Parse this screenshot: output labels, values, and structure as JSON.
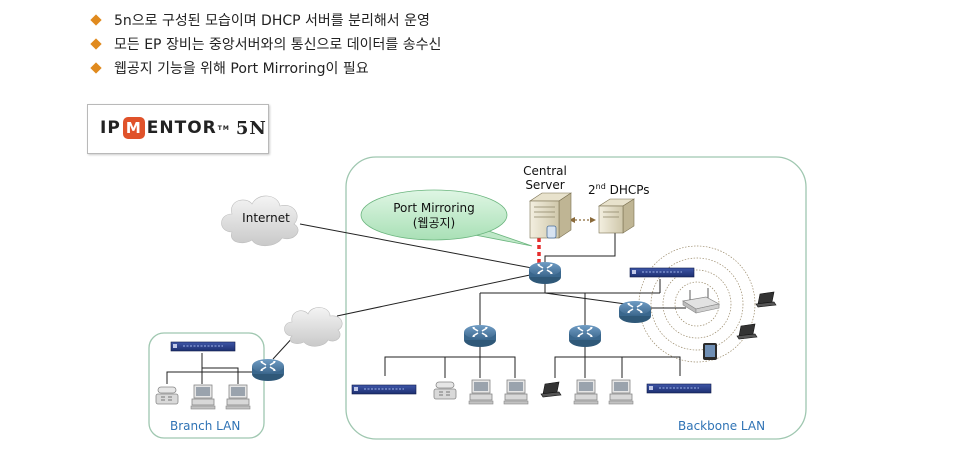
{
  "bullets": [
    "5n으로 구성된 모습이며 DHCP 서버를 분리해서 운영",
    "모든 EP 장비는 중앙서버와의 통신으로 데이터를 송수신",
    "웹공지 기능을 위해 Port Mirroring이 필요"
  ],
  "logo": {
    "prefix": "IP",
    "m": "M",
    "suffix": "ENTOR",
    "tm": "TM",
    "version": "5N"
  },
  "labels": {
    "internet": "Internet",
    "central_line1": "Central",
    "central_line2": "Server",
    "dhcp_base": "2",
    "dhcp_sup": "nd",
    "dhcp_rest": " DHCPs",
    "port_line1": "Port Mirroring",
    "port_line2": "(웹공지)",
    "branch": "Branch LAN",
    "backbone": "Backbone LAN"
  },
  "colors": {
    "bullet": "#e08a1e",
    "panel_border": "#9fc7b0",
    "lan_label": "#2f73b5",
    "router": "#4f7ea6",
    "mirror": "#e52d2d"
  }
}
